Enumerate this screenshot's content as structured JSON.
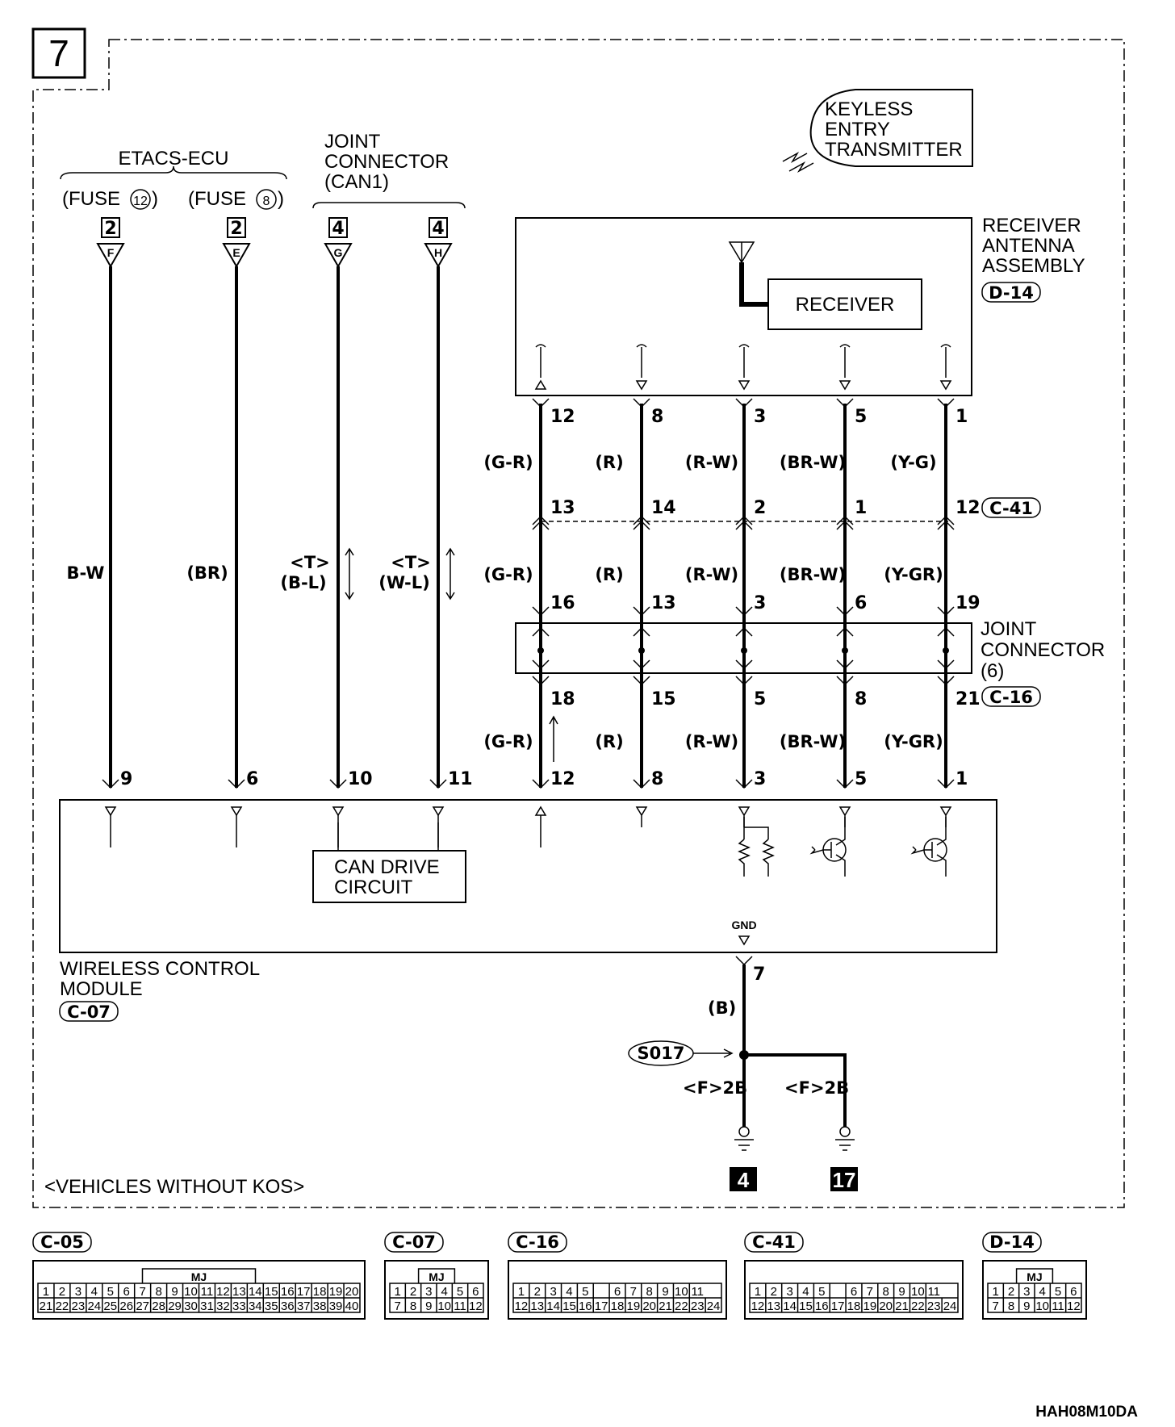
{
  "page_number": "7",
  "figure_code": "HAH08M10DA",
  "note": "<VEHICLES WITHOUT KOS>",
  "etacs": {
    "title": "ETACS-ECU",
    "fuse_a": "(FUSE",
    "fuse_a_num": "12",
    "fuse_b": "(FUSE",
    "fuse_b_num": "8",
    "close": ")"
  },
  "jc_can1": {
    "line1": "JOINT",
    "line2": "CONNECTOR",
    "line3": "(CAN1)"
  },
  "top_connectors": [
    {
      "num": "2",
      "pin": "F"
    },
    {
      "num": "2",
      "pin": "E"
    },
    {
      "num": "4",
      "pin": "G"
    },
    {
      "num": "4",
      "pin": "H"
    }
  ],
  "left_wires": [
    {
      "color": "B-W",
      "module_pin": "9"
    },
    {
      "color": "(BR)",
      "module_pin": "6"
    },
    {
      "tag": "<T>",
      "color": "(B-L)",
      "module_pin": "10"
    },
    {
      "tag": "<T>",
      "color": "(W-L)",
      "module_pin": "11"
    }
  ],
  "keyless": {
    "line1": "KEYLESS",
    "line2": "ENTRY",
    "line3": "TRANSMITTER"
  },
  "receiver_assembly": {
    "line1": "RECEIVER",
    "line2": "ANTENNA",
    "line3": "ASSEMBLY",
    "code": "D-14",
    "inner": "RECEIVER"
  },
  "joint_connector_6": {
    "line1": "JOINT",
    "line2": "CONNECTOR",
    "line3": "(6)",
    "code": "C-16"
  },
  "c41_code": "C-41",
  "right_wires": [
    {
      "pin_rx": "12",
      "c1": "(G-R)",
      "pin_c41": "13",
      "c2": "(G-R)",
      "pin_jc_top": "16",
      "pin_jc_bot": "18",
      "c3": "(G-R)",
      "module_pin": "12"
    },
    {
      "pin_rx": "8",
      "c1": "(R)",
      "pin_c41": "14",
      "c2": "(R)",
      "pin_jc_top": "13",
      "pin_jc_bot": "15",
      "c3": "(R)",
      "module_pin": "8"
    },
    {
      "pin_rx": "3",
      "c1": "(R-W)",
      "pin_c41": "2",
      "c2": "(R-W)",
      "pin_jc_top": "3",
      "pin_jc_bot": "5",
      "c3": "(R-W)",
      "module_pin": "3"
    },
    {
      "pin_rx": "5",
      "c1": "(BR-W)",
      "pin_c41": "1",
      "c2": "(BR-W)",
      "pin_jc_top": "6",
      "pin_jc_bot": "8",
      "c3": "(BR-W)",
      "module_pin": "5"
    },
    {
      "pin_rx": "1",
      "c1": "(Y-G)",
      "pin_c41": "12",
      "c2": "(Y-GR)",
      "pin_jc_top": "19",
      "pin_jc_bot": "21",
      "c3": "(Y-GR)",
      "module_pin": "1"
    }
  ],
  "module": {
    "line1": "WIRELESS CONTROL",
    "line2": "MODULE",
    "code": "C-07",
    "can_line1": "CAN DRIVE",
    "can_line2": "CIRCUIT",
    "gnd": "GND",
    "gnd_pin": "7"
  },
  "ground": {
    "wire_color": "(B)",
    "splice": "S017",
    "left_label": "<F>2B",
    "right_label": "<F>2B",
    "left_point": "4",
    "right_point": "17"
  },
  "connector_views": [
    {
      "code": "C-05",
      "tag": "MJ",
      "row1": [
        "1",
        "2",
        "3",
        "4",
        "5",
        "6",
        "7",
        "8",
        "9",
        "10",
        "11",
        "12",
        "13",
        "14",
        "15",
        "16",
        "17",
        "18",
        "19",
        "20"
      ],
      "row2": [
        "21",
        "22",
        "23",
        "24",
        "25",
        "26",
        "27",
        "28",
        "29",
        "30",
        "31",
        "32",
        "33",
        "34",
        "35",
        "36",
        "37",
        "38",
        "39",
        "40"
      ]
    },
    {
      "code": "C-07",
      "tag": "MJ",
      "row1": [
        "1",
        "2",
        "3",
        "4",
        "5",
        "6"
      ],
      "row2": [
        "7",
        "8",
        "9",
        "10",
        "11",
        "12"
      ]
    },
    {
      "code": "C-16",
      "tag": "",
      "row1": [
        "1",
        "2",
        "3",
        "4",
        "5",
        "",
        "6",
        "7",
        "8",
        "9",
        "10",
        "11"
      ],
      "row2": [
        "12",
        "13",
        "14",
        "15",
        "16",
        "17",
        "18",
        "19",
        "20",
        "21",
        "22",
        "23",
        "24"
      ]
    },
    {
      "code": "C-41",
      "tag": "",
      "row1": [
        "1",
        "2",
        "3",
        "4",
        "5",
        "",
        "6",
        "7",
        "8",
        "9",
        "10",
        "11"
      ],
      "row2": [
        "12",
        "13",
        "14",
        "15",
        "16",
        "17",
        "18",
        "19",
        "20",
        "21",
        "22",
        "23",
        "24"
      ]
    },
    {
      "code": "D-14",
      "tag": "MJ",
      "row1": [
        "1",
        "2",
        "3",
        "4",
        "5",
        "6"
      ],
      "row2": [
        "7",
        "8",
        "9",
        "10",
        "11",
        "12"
      ]
    }
  ]
}
